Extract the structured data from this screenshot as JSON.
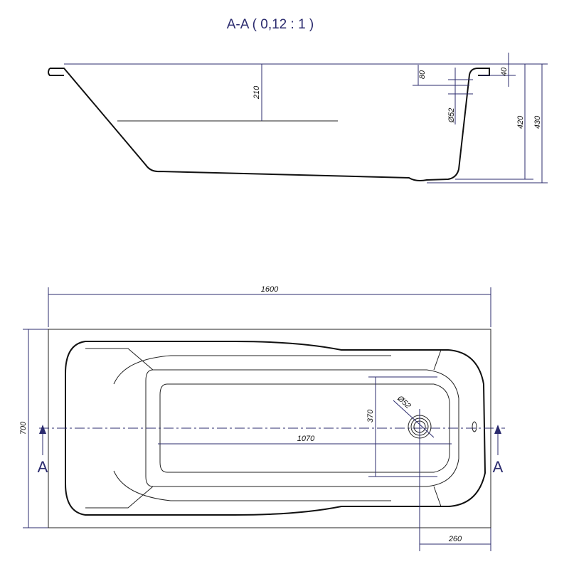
{
  "title": "A-A ( 0,12 : 1 )",
  "section_view": {
    "dims": {
      "depth_water": "210",
      "overflow": "80",
      "rim": "40",
      "overflow_dia": "Ø52",
      "inner_depth": "420",
      "total_height": "430"
    }
  },
  "plan_view": {
    "dims": {
      "length": "1600",
      "width": "700",
      "inner_length": "1070",
      "inner_width": "370",
      "drain_dia": "Ø52",
      "drain_offset": "260"
    },
    "section_marks": [
      "A",
      "A"
    ]
  },
  "colors": {
    "dimension": "#2b2b6e",
    "outline": "#111111"
  }
}
